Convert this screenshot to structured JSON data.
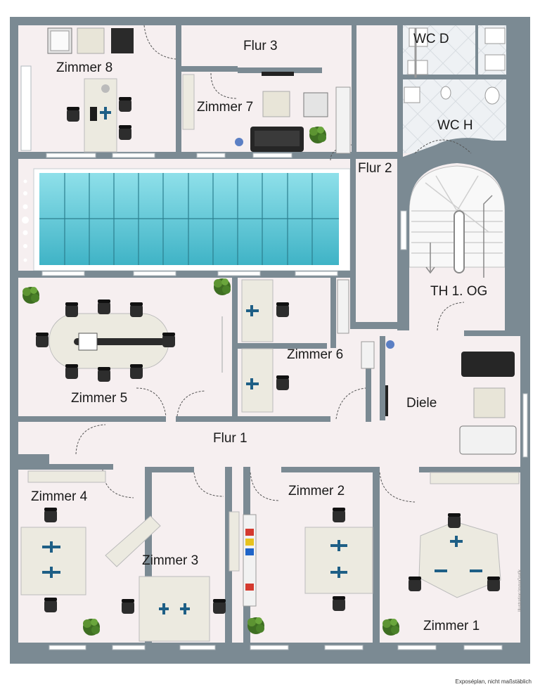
{
  "rooms": {
    "zimmer8": "Zimmer 8",
    "flur3": "Flur 3",
    "wc_d": "WC D",
    "wc_h": "WC H",
    "zimmer7": "Zimmer 7",
    "flur2": "Flur 2",
    "th": "TH 1. OG",
    "zimmer6": "Zimmer 6",
    "zimmer5": "Zimmer 5",
    "diele": "Diele",
    "flur1": "Flur 1",
    "zimmer4": "Zimmer 4",
    "zimmer2": "Zimmer 2",
    "zimmer3": "Zimmer 3",
    "zimmer1": "Zimmer 1"
  },
  "footer": "Exposéplan, nicht maßstäblich",
  "credit": "Illustration:ImmoGrafik",
  "colors": {
    "wall": "#7b8a93",
    "floor": "#f6eff0",
    "tile": "#e9edf1",
    "skylight": "#5fc7d6",
    "desk": "#eceae0",
    "chair": "#2d2d2d",
    "plant": "#4b7a2c"
  }
}
